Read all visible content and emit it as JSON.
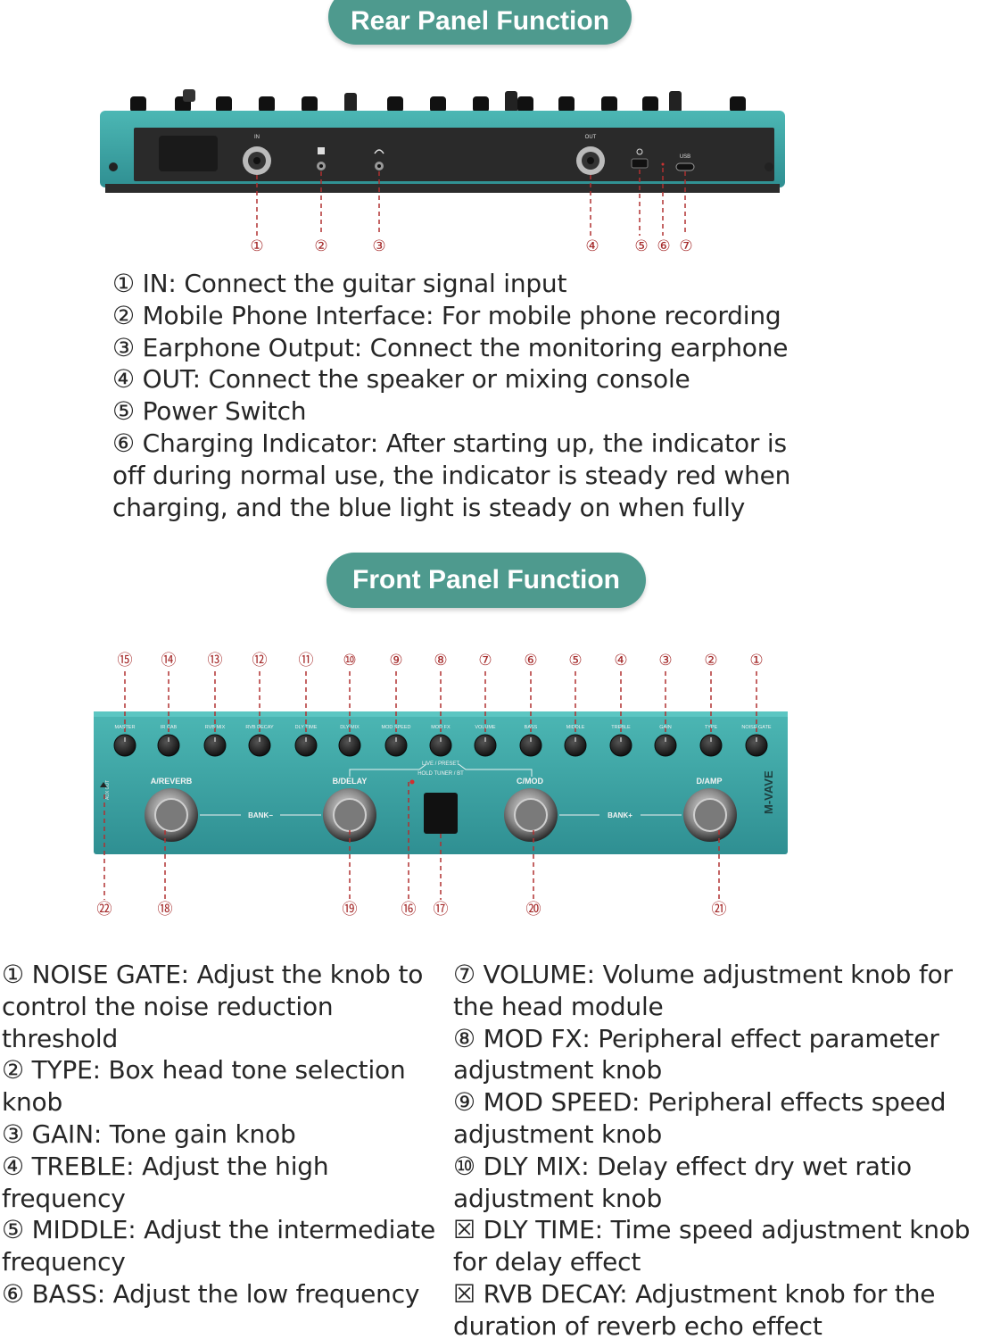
{
  "headings": {
    "rear": "Rear Panel Function",
    "front": "Front Panel Function"
  },
  "rear_device": {
    "jack_labels": [
      "IN",
      "OUT",
      "USB"
    ],
    "callouts": [
      "①",
      "②",
      "③",
      "④",
      "⑤",
      "⑥",
      "⑦"
    ]
  },
  "rear_descriptions": [
    "① IN: Connect the guitar signal input",
    "② Mobile Phone Interface: For mobile phone recording",
    "③ Earphone Output: Connect the monitoring earphone",
    "④ OUT: Connect the speaker or mixing console",
    "⑤ Power Switch",
    "⑥ Charging Indicator: After starting up, the indicator is off during normal use, the indicator is steady red when charging, and the blue light is steady on when fully"
  ],
  "front_device": {
    "brand": "M-VAVE",
    "knob_labels": [
      "MASTER",
      "IR CAB",
      "RVB MIX",
      "RVB DECAY",
      "DLY TIME",
      "DLY MIX",
      "MOD SPEED",
      "MOD FX",
      "VOLUME",
      "BASS",
      "MIDDLE",
      "TREBLE",
      "GAIN",
      "TYPE",
      "NOISE GATE"
    ],
    "top_callouts": [
      "⑮",
      "⑭",
      "⑬",
      "⑫",
      "⑪",
      "⑩",
      "⑨",
      "⑧",
      "⑦",
      "⑥",
      "⑤",
      "④",
      "③",
      "②",
      "①"
    ],
    "footswitch_labels": [
      "A/REVERB",
      "B/DELAY",
      "C/MOD",
      "D/AMP"
    ],
    "bank_minus": "BANK−",
    "bank_plus": "BANK+",
    "live_preset": "LIVE / PRESET",
    "hold_tuner": "HOLD TUNER / BT",
    "side_label": "AUX OUT",
    "bottom_callouts": [
      "㉒",
      "⑱",
      "⑲",
      "⑯",
      "⑰",
      "⑳",
      "㉑"
    ]
  },
  "front_left_column": [
    "① NOISE GATE: Adjust the knob to control the noise reduction threshold",
    "② TYPE: Box head tone selection knob",
    "③ GAIN: Tone gain knob",
    "④ TREBLE: Adjust the high frequency",
    "⑤ MIDDLE: Adjust the intermediate frequency",
    "⑥ BASS: Adjust the low frequency"
  ],
  "front_right_column": [
    "⑦ VOLUME: Volume adjustment knob for the head module",
    "⑧ MOD FX: Peripheral effect parameter adjustment knob",
    "⑨ MOD SPEED: Peripheral effects speed adjustment knob",
    "⑩ DLY MIX: Delay effect dry wet ratio adjustment knob",
    "☒ DLY TIME: Time speed adjustment knob for delay effect",
    "☒ RVB DECAY: Adjustment knob for the duration of reverb echo effect"
  ],
  "colors": {
    "heading_bg": "#4e9a8e",
    "device_teal": "#3aa5a5",
    "callout_red": "#a52a2a"
  }
}
